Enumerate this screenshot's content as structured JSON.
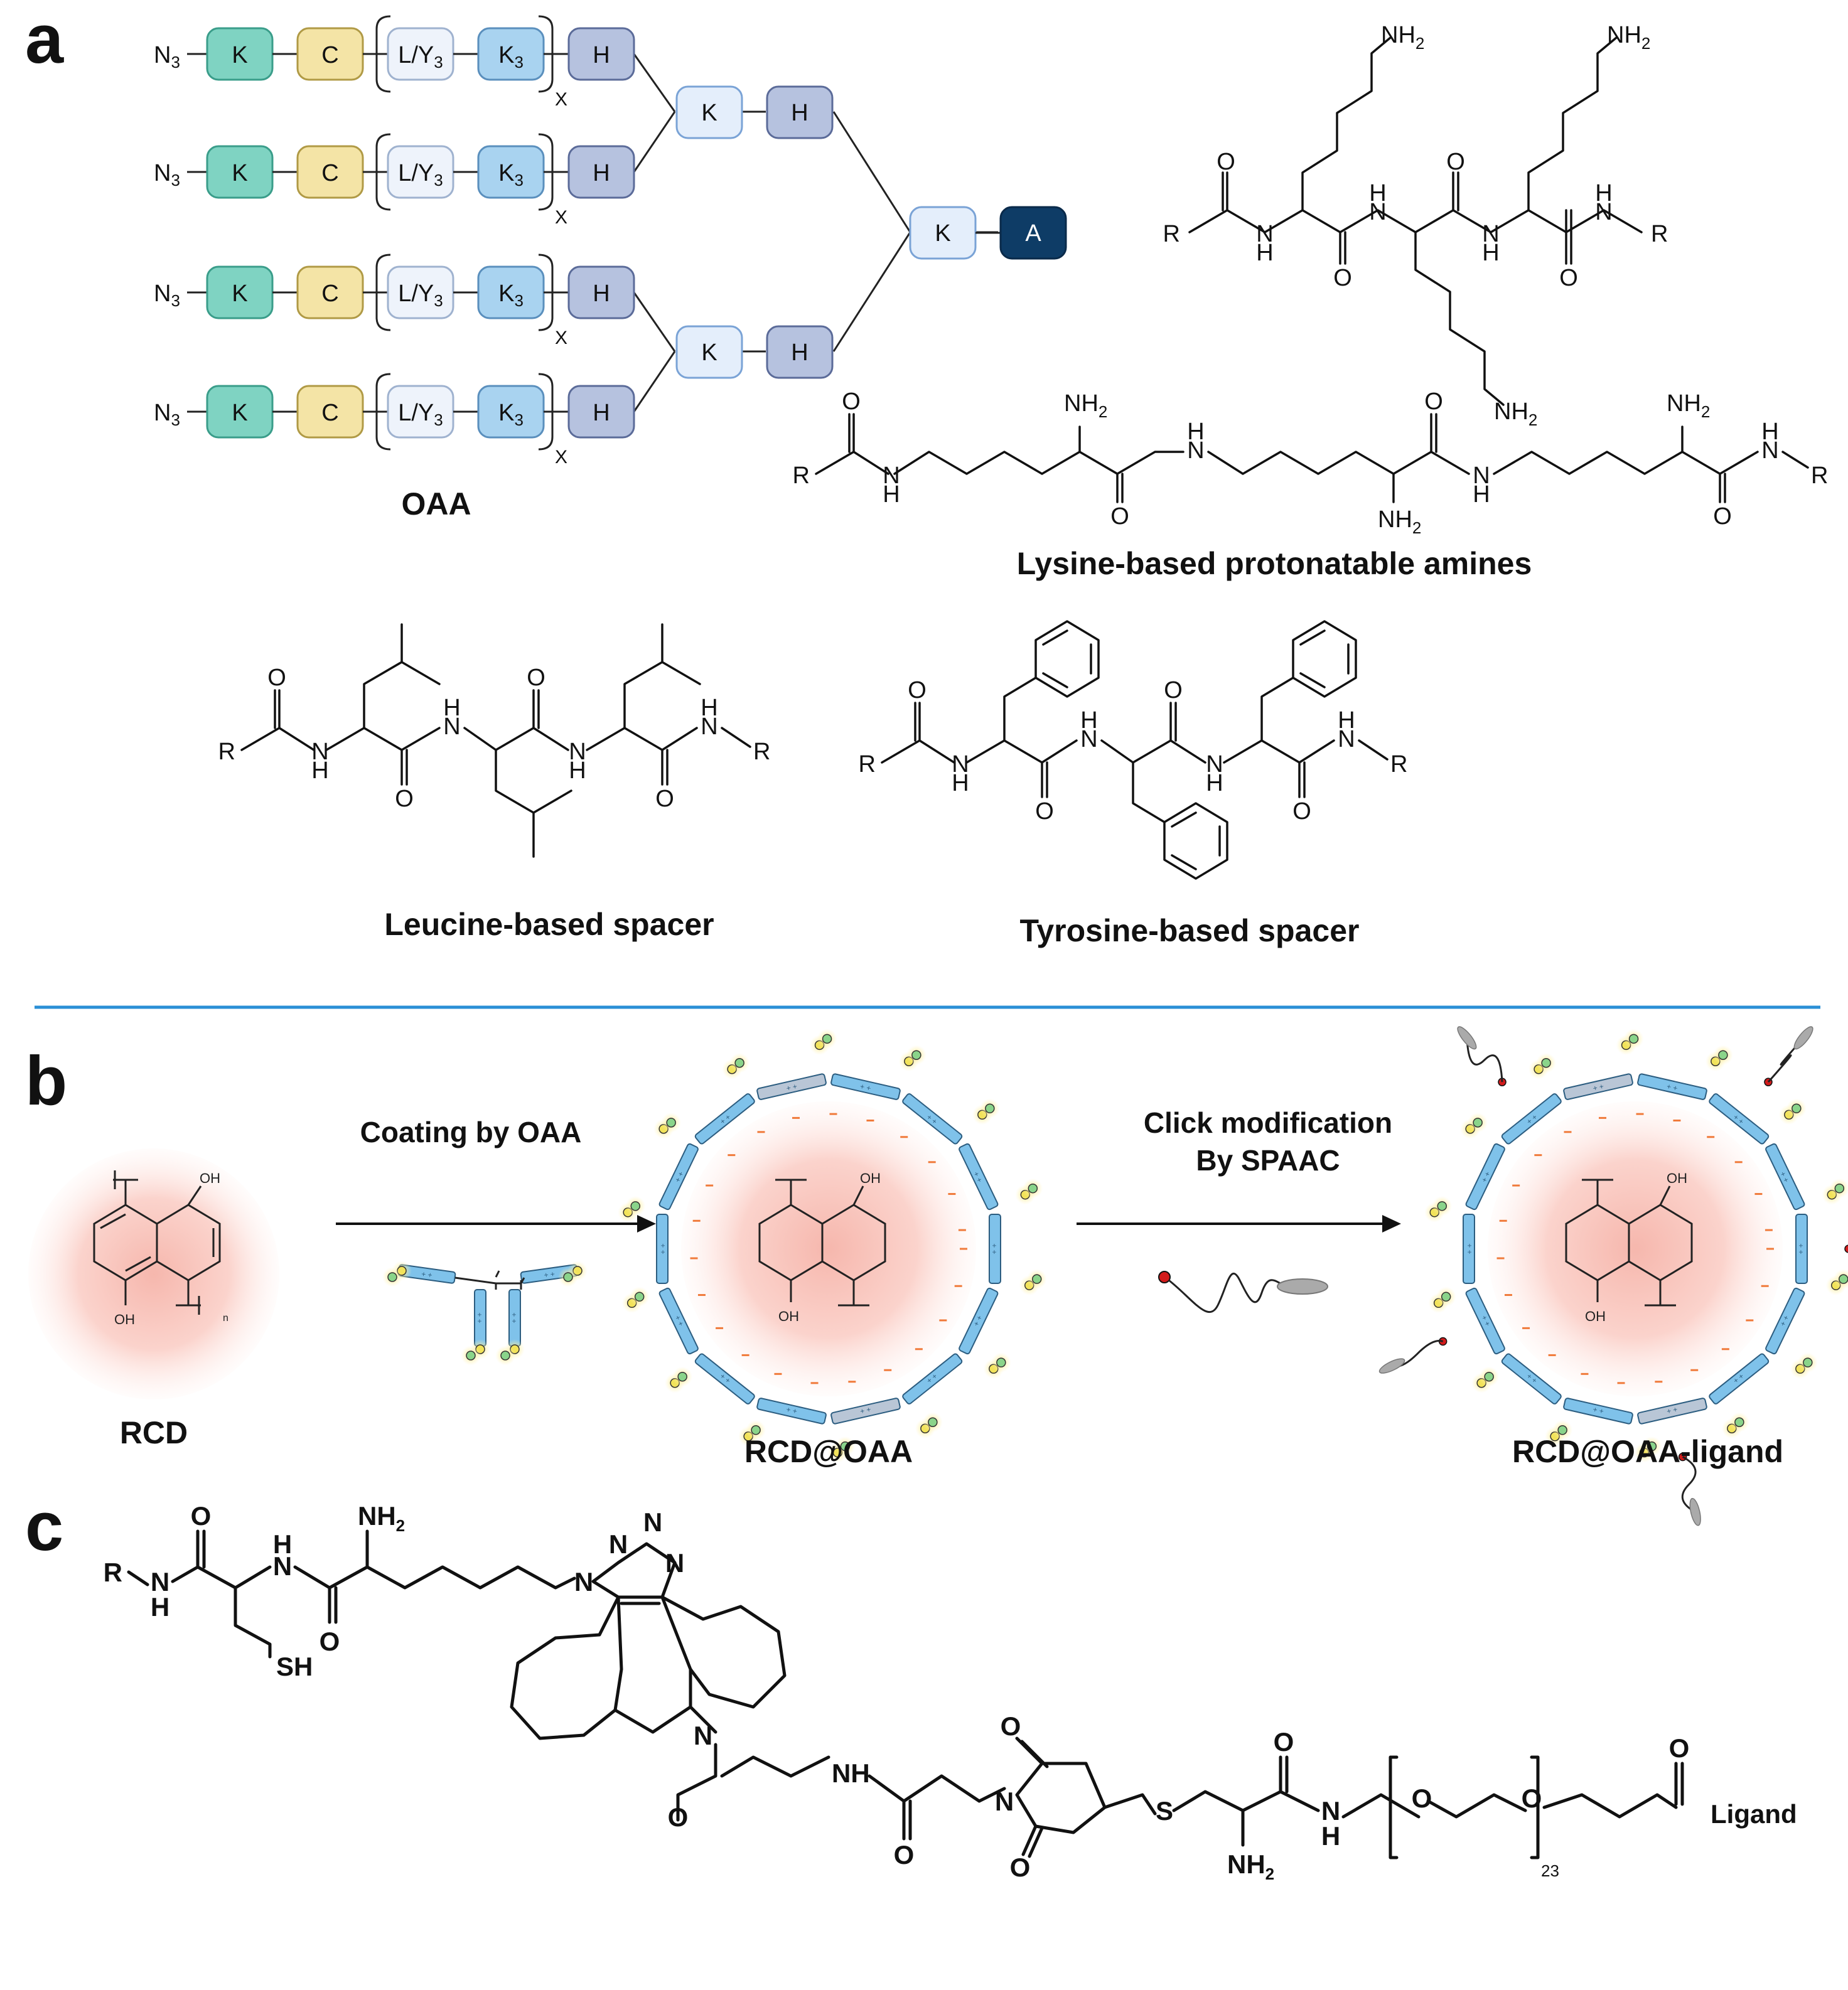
{
  "panels": {
    "a": "a",
    "b": "b",
    "c": "c"
  },
  "colors": {
    "K": "#7fd3c2",
    "C": "#f4e4a6",
    "LY": "#eef3fb",
    "K3": "#a9d3f0",
    "H": "#b6c2df",
    "Kb": "#e4eefb",
    "A": "#0e3c66",
    "divider": "#2a8fd6",
    "rod": "#7fc2ea"
  },
  "oaa": {
    "n3_label": "N",
    "n3_sub": "3",
    "k_label": "K",
    "c_label": "C",
    "ly_label": "L/Y",
    "ly_sub": "3",
    "k3_label": "K",
    "k3_sub": "3",
    "h_label": "H",
    "x_label": "X",
    "branch_k": "K",
    "branch_h": "H",
    "core_k": "K",
    "core_a": "A",
    "caption": "OAA"
  },
  "structures": {
    "lysine_caption": "Lysine-based protonatable amines",
    "leucine_caption": "Leucine-based spacer",
    "tyrosine_caption": "Tyrosine-based spacer",
    "R": "R",
    "O": "O",
    "N": "N",
    "H": "H",
    "NH": "NH",
    "NH2": "NH",
    "sub2": "2"
  },
  "panel_b": {
    "step1": "Coating by OAA",
    "step2_line1": "Click modification",
    "step2_line2": "By SPAAC",
    "rcd_caption": "RCD",
    "rcd_oaa_caption": "RCD@OAA",
    "rcd_oaa_ligand_caption": "RCD@OAA-ligand",
    "oh": "OH",
    "n": "n",
    "charge": "+ +"
  },
  "panel_c": {
    "R": "R",
    "O": "O",
    "N": "N",
    "H": "H",
    "NH": "NH",
    "NH2": "NH",
    "sub2": "2",
    "SH": "SH",
    "S": "S",
    "peg_n": "23",
    "ligand": "Ligand"
  }
}
